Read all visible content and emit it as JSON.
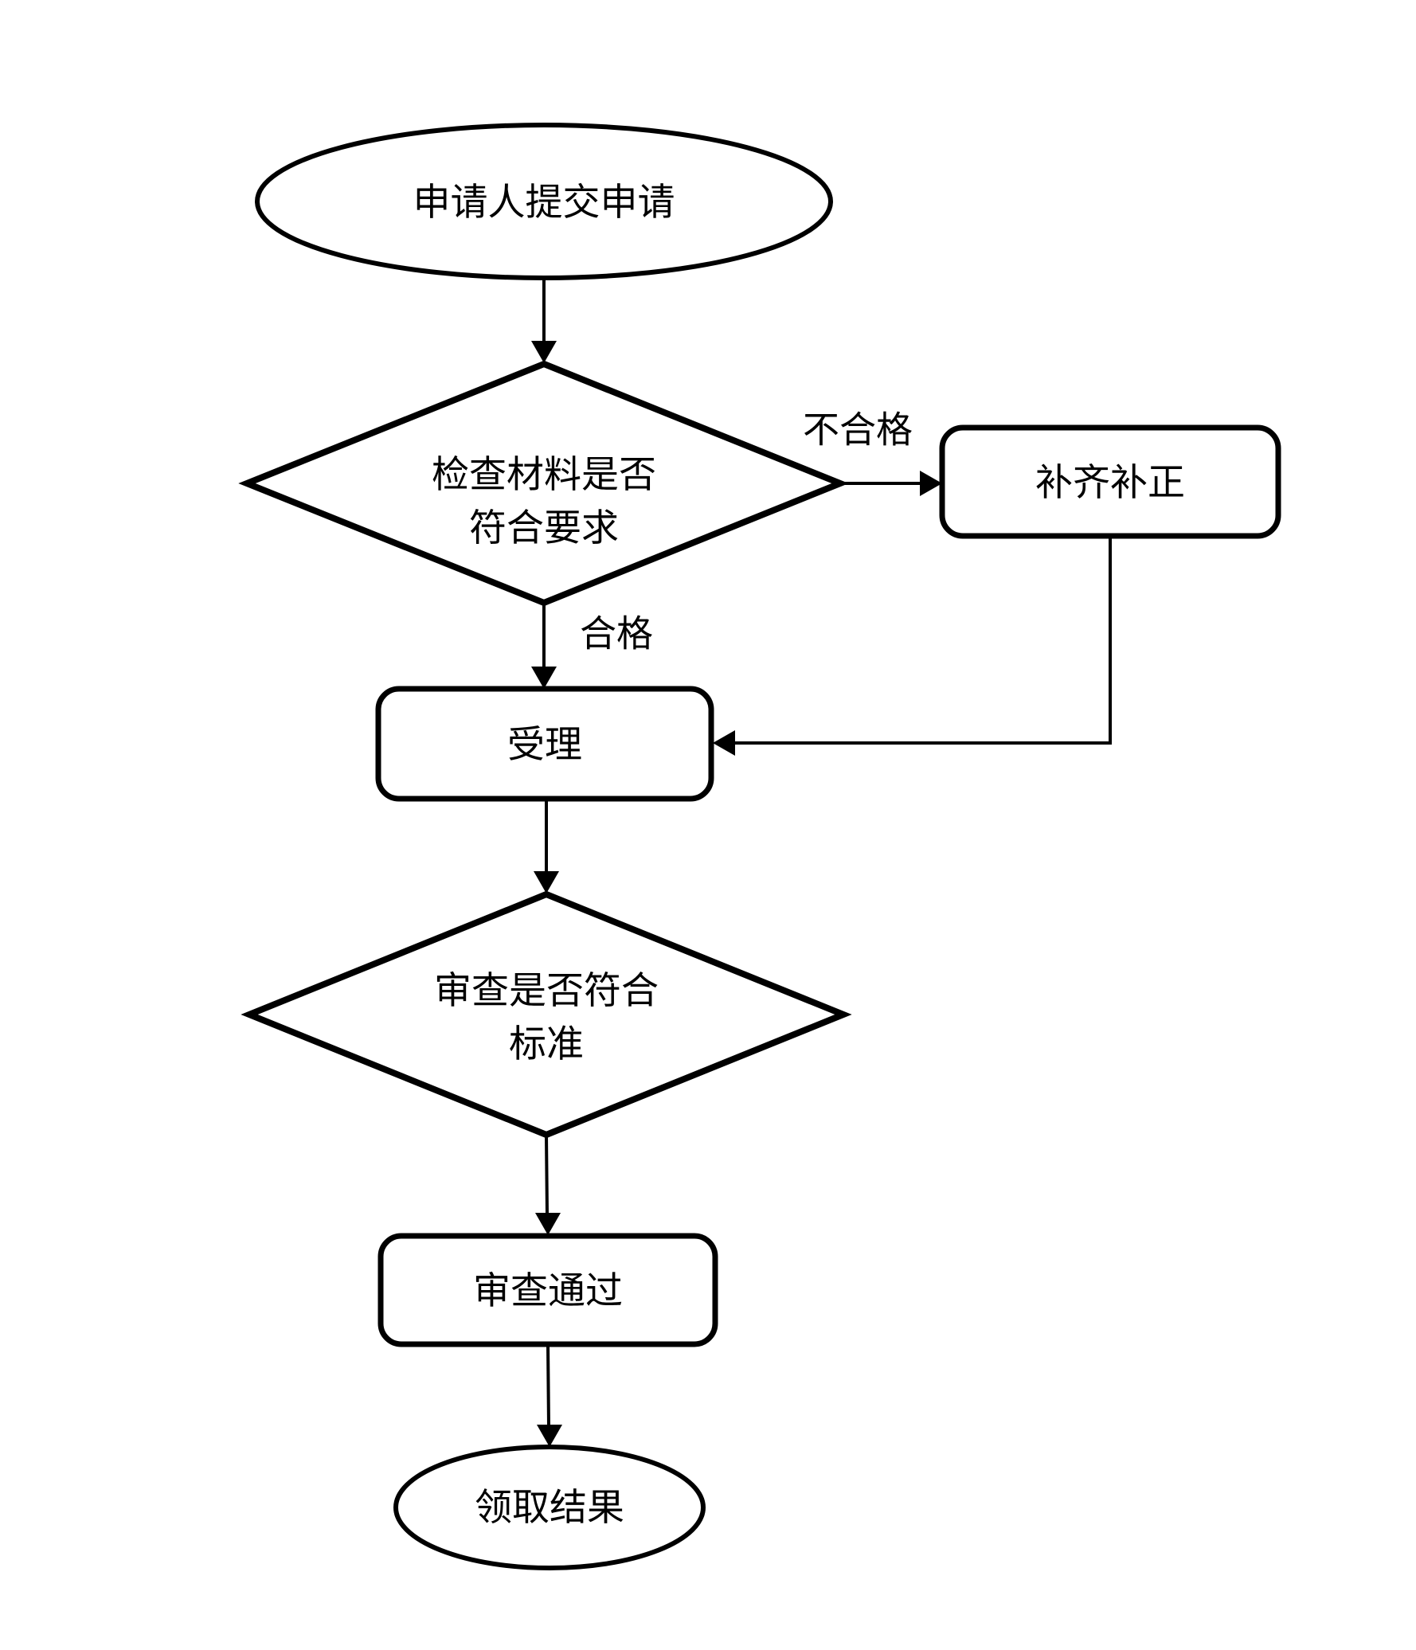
{
  "diagram": {
    "background_color": "#ffffff",
    "stroke_color": "#000000",
    "nodes": {
      "start": {
        "shape": "ellipse",
        "label": "申请人提交申请"
      },
      "check_materials": {
        "shape": "diamond",
        "label_line1": "检查材料是否",
        "label_line2": "符合要求"
      },
      "supplement_correct": {
        "shape": "rounded-rectangle",
        "label": "补齐补正"
      },
      "accept": {
        "shape": "rounded-rectangle",
        "label": "受理"
      },
      "review_standard": {
        "shape": "diamond",
        "label_line1": "审查是否符合",
        "label_line2": "标准"
      },
      "review_passed": {
        "shape": "rounded-rectangle",
        "label": "审查通过"
      },
      "end": {
        "shape": "ellipse",
        "label": "领取结果"
      }
    },
    "edge_labels": {
      "fail": "不合格",
      "pass": "合格"
    }
  }
}
